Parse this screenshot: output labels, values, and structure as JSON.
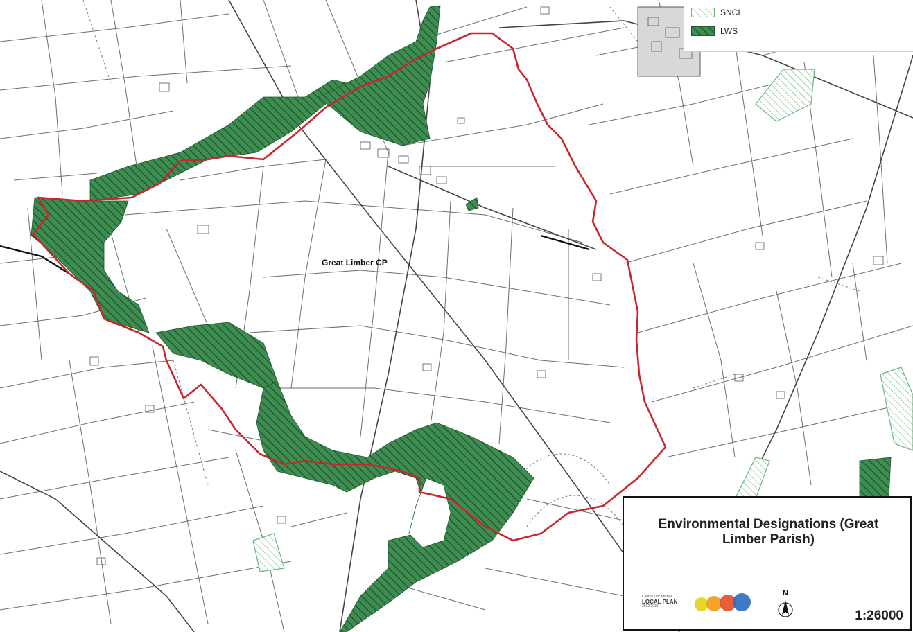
{
  "legend": {
    "items": [
      {
        "label": "SNCI",
        "pattern": "snci",
        "color": "#6ab77a"
      },
      {
        "label": "LWS",
        "pattern": "lws",
        "color": "#2e7d3e"
      }
    ]
  },
  "map": {
    "parish_label": "Great Limber CP",
    "boundary_color": "#c8262c",
    "lws_fill_color": "#3f8d52",
    "snci_color": "#6ab77a"
  },
  "title_panel": {
    "title": "Environmental Designations (Great Limber Parish)",
    "scale": "1:26000",
    "north_label": "N",
    "logo": {
      "line1": "Central Lincolnshire",
      "line2": "LOCAL PLAN",
      "years": "2012 2036",
      "circle_colors": [
        "#e2d21c",
        "#f39b1b",
        "#e5512a",
        "#2e6fc0"
      ]
    }
  }
}
